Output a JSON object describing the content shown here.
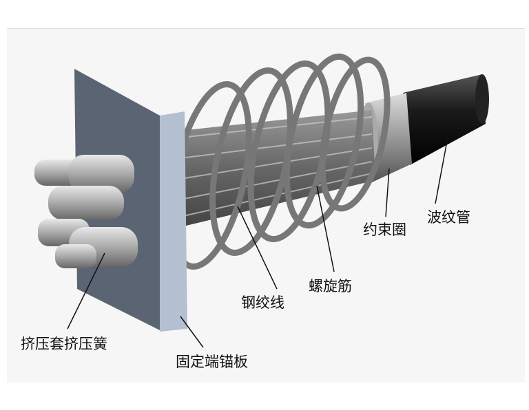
{
  "labels": {
    "extrusion_sleeve": "挤压套挤压簧",
    "anchor_plate": "固定端锚板",
    "steel_strand": "钢绞线",
    "spiral_rebar": "螺旋筋",
    "restraint_ring": "约束圈",
    "corrugated_pipe": "波纹管"
  }
}
